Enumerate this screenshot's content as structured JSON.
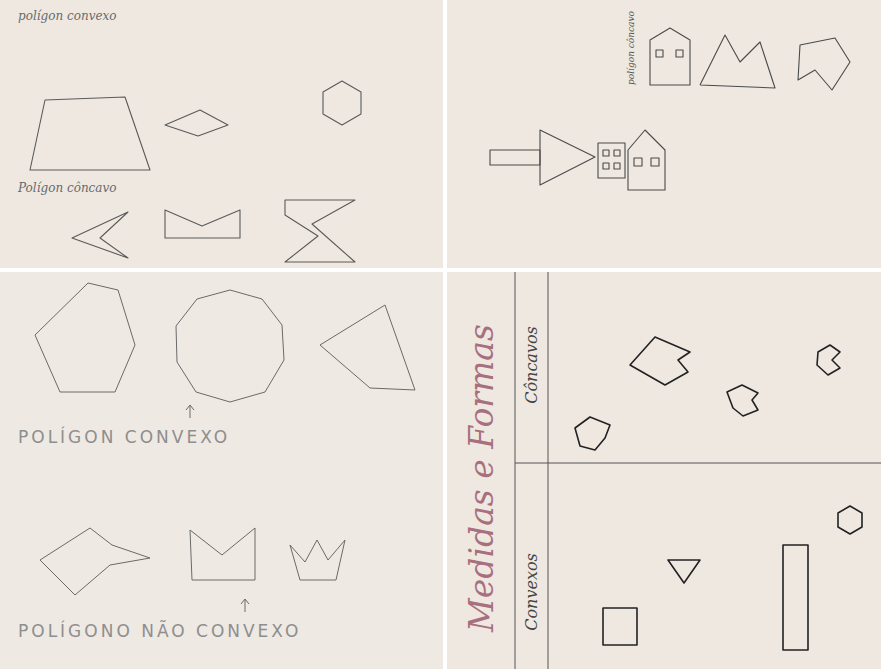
{
  "diagram": {
    "labels": [
      "polígon convexo",
      "Polígon côncavo",
      "polígon côncavo",
      "POLÍGON CONVEXO",
      "POLÍGONO NÃO CONVEXO",
      "Medidas e Formas",
      "Côncavos",
      "Convexos"
    ]
  }
}
